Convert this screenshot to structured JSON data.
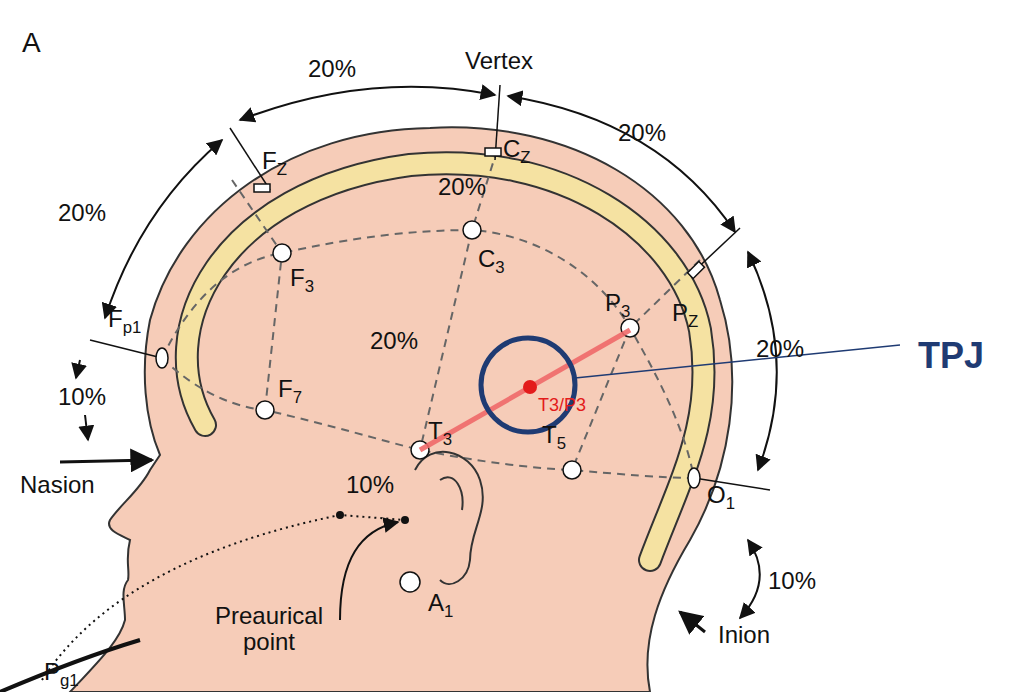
{
  "diagram": {
    "labels": [
      "A",
      "20%",
      "Vertex",
      "FZ",
      "CZ",
      "20%",
      "20%",
      "20%",
      "F3",
      "C3",
      "PZ",
      "Fp1",
      "P3",
      "20%",
      "20%",
      "TPJ",
      "10%",
      "F7",
      "T3/P3",
      "T3",
      "T5",
      "Nasion",
      "10%",
      "O1",
      "10%",
      "Inion",
      "A1",
      "Preaurical point",
      "Pg1"
    ]
  }
}
